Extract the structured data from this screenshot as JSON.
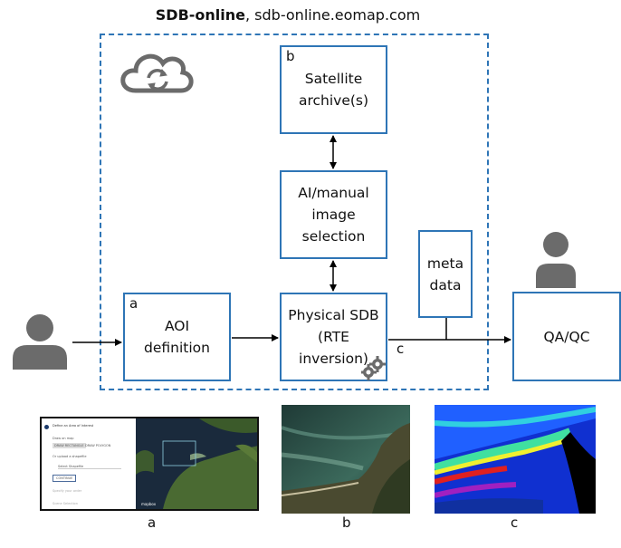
{
  "title": {
    "bold": "SDB-online",
    "rest": ", sdb-online.eomap.com"
  },
  "boxes": {
    "satellite": {
      "tag": "b",
      "line1": "Satellite",
      "line2": "archive(s)"
    },
    "selection": {
      "line1": "AI/manual",
      "line2": "image",
      "line3": "selection"
    },
    "physical": {
      "line1": "Physical SDB",
      "line2": "(RTE",
      "line3": "inversion)"
    },
    "aoi": {
      "tag": "a",
      "line1": "AOI",
      "line2": "definition"
    },
    "meta": {
      "line1": "meta",
      "line2": "data"
    },
    "qa": {
      "label": "QA/QC"
    }
  },
  "edge_label_c": "c",
  "colors": {
    "accent": "#2e75b6",
    "icon": "#6b6b6b"
  },
  "thumbnail_a": {
    "heading": "Define an Area of Interest",
    "draw_label": "Draw on map",
    "draw_rect": "DRAW RECTANGLE",
    "draw_poly": "DRAW POLYGON",
    "upload_label": "Or upload a shapefile",
    "select_shapefile": "Select Shapefile",
    "continue": "CONTINUE",
    "step2": "Specify your order",
    "step3": "Scene Selection",
    "map_logo": "mapbox"
  },
  "captions": {
    "a": "a",
    "b": "b",
    "c": "c"
  }
}
